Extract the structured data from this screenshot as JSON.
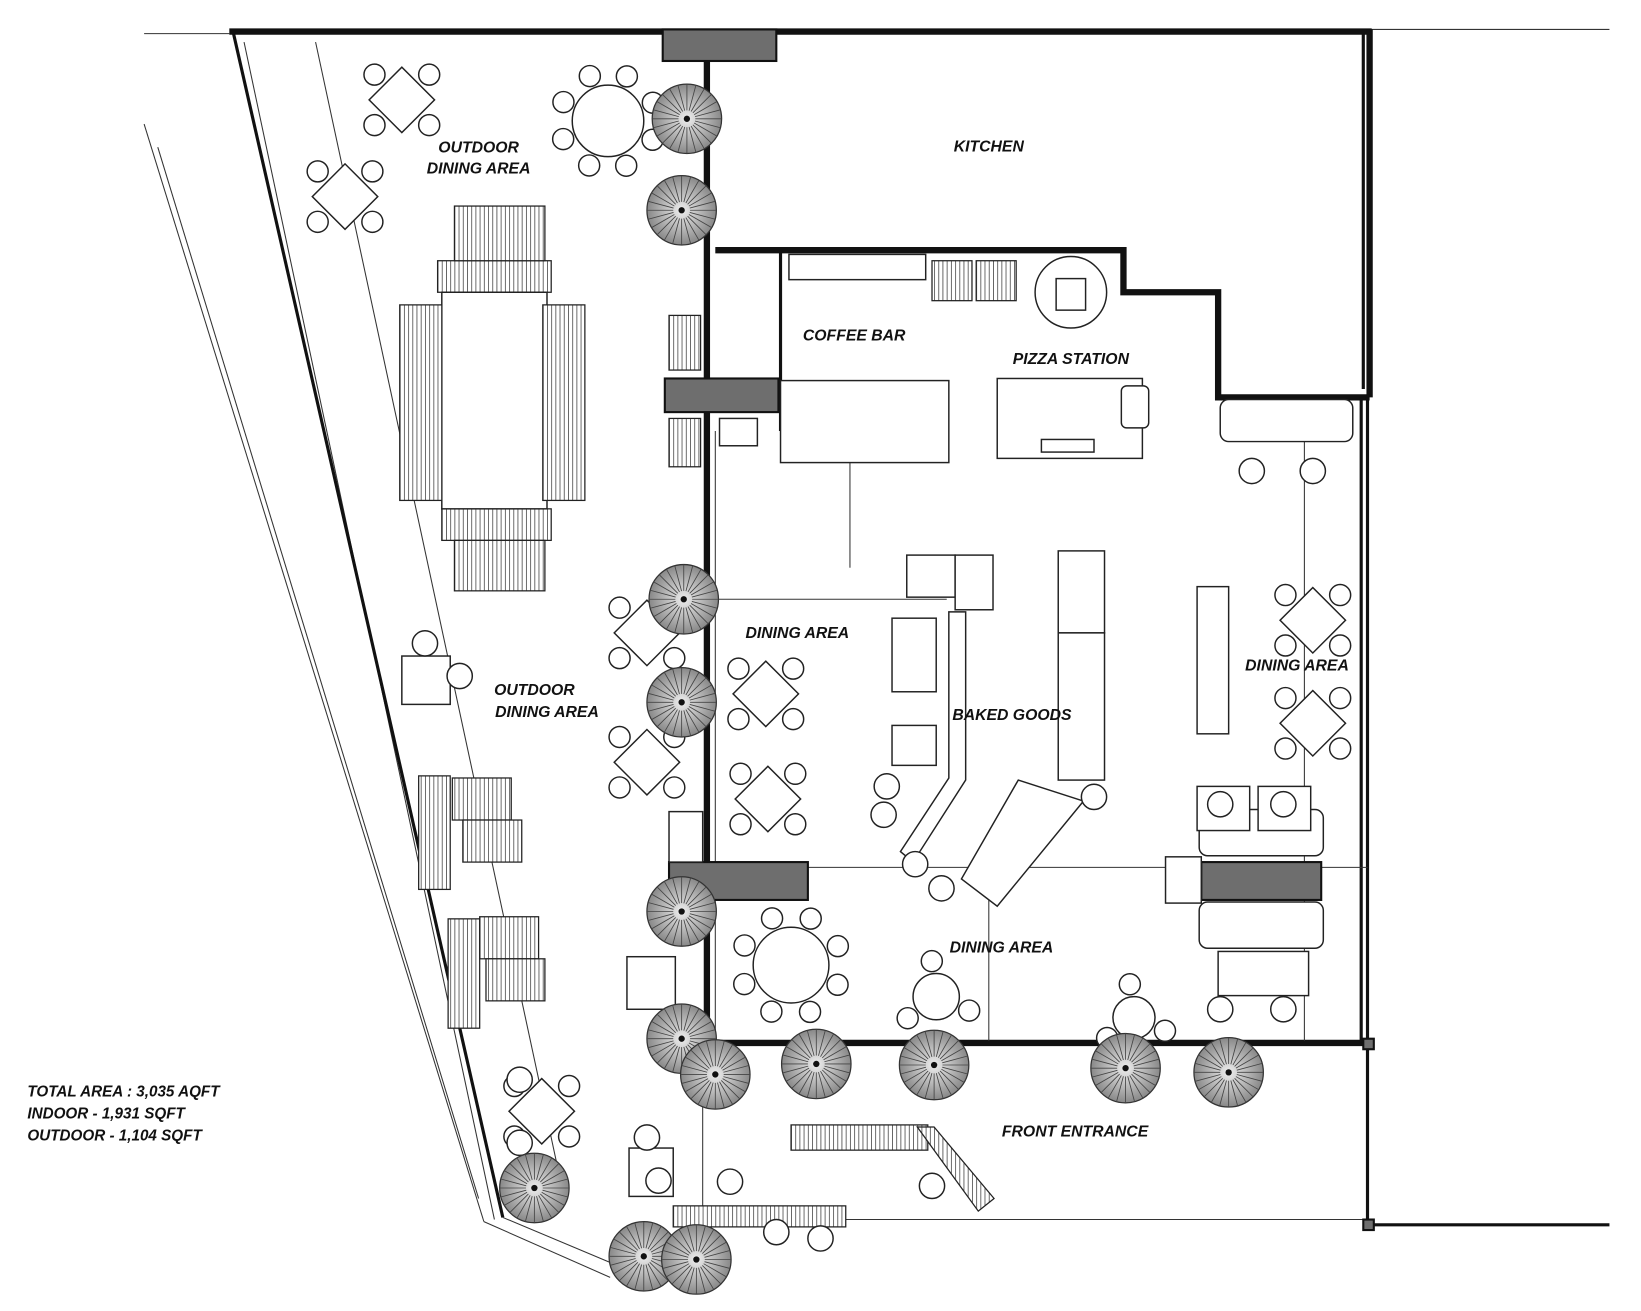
{
  "plan": {
    "rooms": {
      "outdoor_top": [
        "OUTDOOR",
        "DINING AREA"
      ],
      "kitchen": "KITCHEN",
      "coffee_bar": "COFFEE BAR",
      "pizza_station": "PIZZA STATION",
      "dining_center": "DINING AREA",
      "outdoor_middle": [
        "OUTDOOR",
        "DINING AREA"
      ],
      "baked_goods": "BAKED GOODS",
      "dining_right": "DINING AREA",
      "dining_bottom": "DINING AREA",
      "front_entrance": "FRONT ENTRANCE"
    },
    "areas": {
      "total": "TOTAL AREA : 3,035 AQFT",
      "indoor": "INDOOR - 1,931 SQFT",
      "outdoor": "OUTDOOR - 1,104 SQFT"
    },
    "colors": {
      "wall": "#111111",
      "block": "#6e6e6e",
      "tree": "#9a9a9a"
    }
  }
}
